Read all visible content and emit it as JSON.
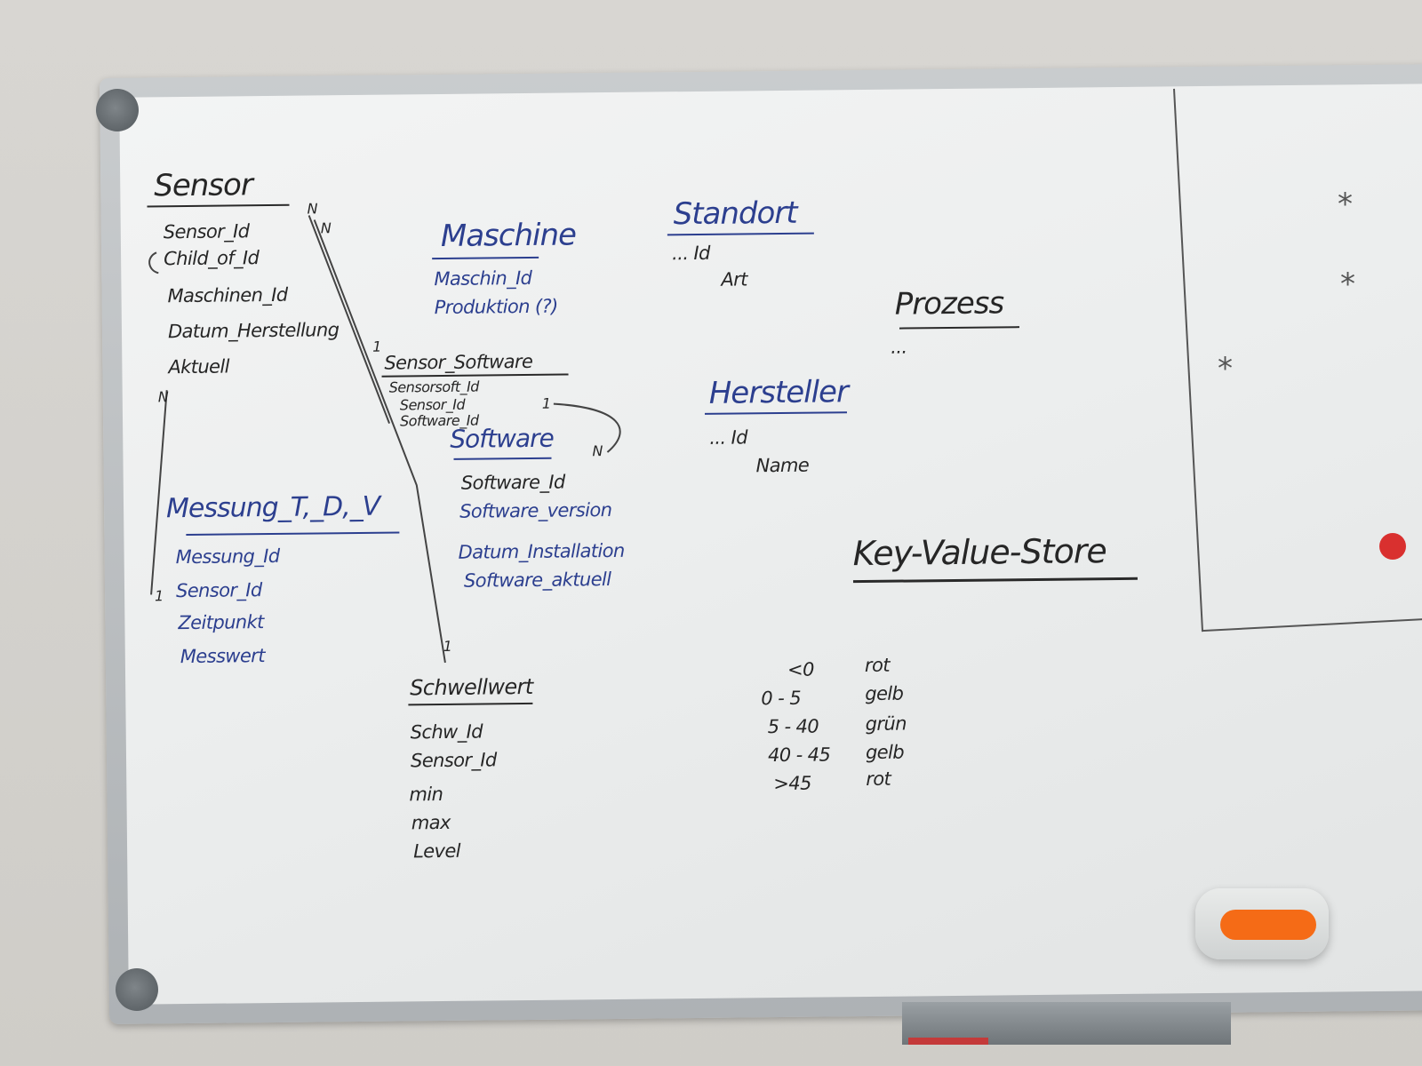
{
  "colors": {
    "blue_marker": "#2c3f8f",
    "black_marker": "#262626",
    "eraser": "#f56b16"
  },
  "entities": {
    "sensor": {
      "title": "Sensor",
      "fields": [
        "Sensor_Id",
        "Child_of_Id",
        "Maschinen_Id",
        "Datum_Herstellung",
        "Aktuell"
      ]
    },
    "maschine": {
      "title": "Maschine",
      "fields": [
        "Maschin_Id",
        "Produktion (?)"
      ]
    },
    "standort": {
      "title": "Standort",
      "fields": [
        "... Id",
        "Art"
      ]
    },
    "prozess": {
      "title": "Prozess",
      "fields": [
        "..."
      ]
    },
    "sensor_software": {
      "title": "Sensor_Software",
      "fields": [
        "Sensorsoft_Id",
        "Sensor_Id",
        "Software_Id"
      ]
    },
    "software": {
      "title": "Software",
      "fields": [
        "Software_Id",
        "Software_version",
        "Datum_Installation",
        "Software_aktuell"
      ]
    },
    "hersteller": {
      "title": "Hersteller",
      "fields": [
        "... Id",
        "Name"
      ]
    },
    "messung": {
      "title": "Messung_T,_D,_V",
      "fields": [
        "Messung_Id",
        "Sensor_Id",
        "Zeitpunkt",
        "Messwert"
      ]
    },
    "schwellwert": {
      "title": "Schwellwert",
      "fields": [
        "Schw_Id",
        "Sensor_Id",
        "min",
        "max",
        "Level"
      ]
    }
  },
  "cardinality": {
    "n_top": "N",
    "n_side": "N",
    "one_a": "1",
    "one_b": "1",
    "one_c": "1",
    "one_d": "1",
    "n_soft": "N"
  },
  "key_value_store": {
    "title": "Key-Value-Store",
    "rows": [
      {
        "key": "<0",
        "value": "rot"
      },
      {
        "key": "0 - 5",
        "value": "gelb"
      },
      {
        "key": "5 - 40",
        "value": "grün"
      },
      {
        "key": "40 - 45",
        "value": "gelb"
      },
      {
        "key": ">45",
        "value": "rot"
      }
    ]
  },
  "side_panel": {
    "marks": [
      "*",
      "*",
      "*"
    ]
  }
}
